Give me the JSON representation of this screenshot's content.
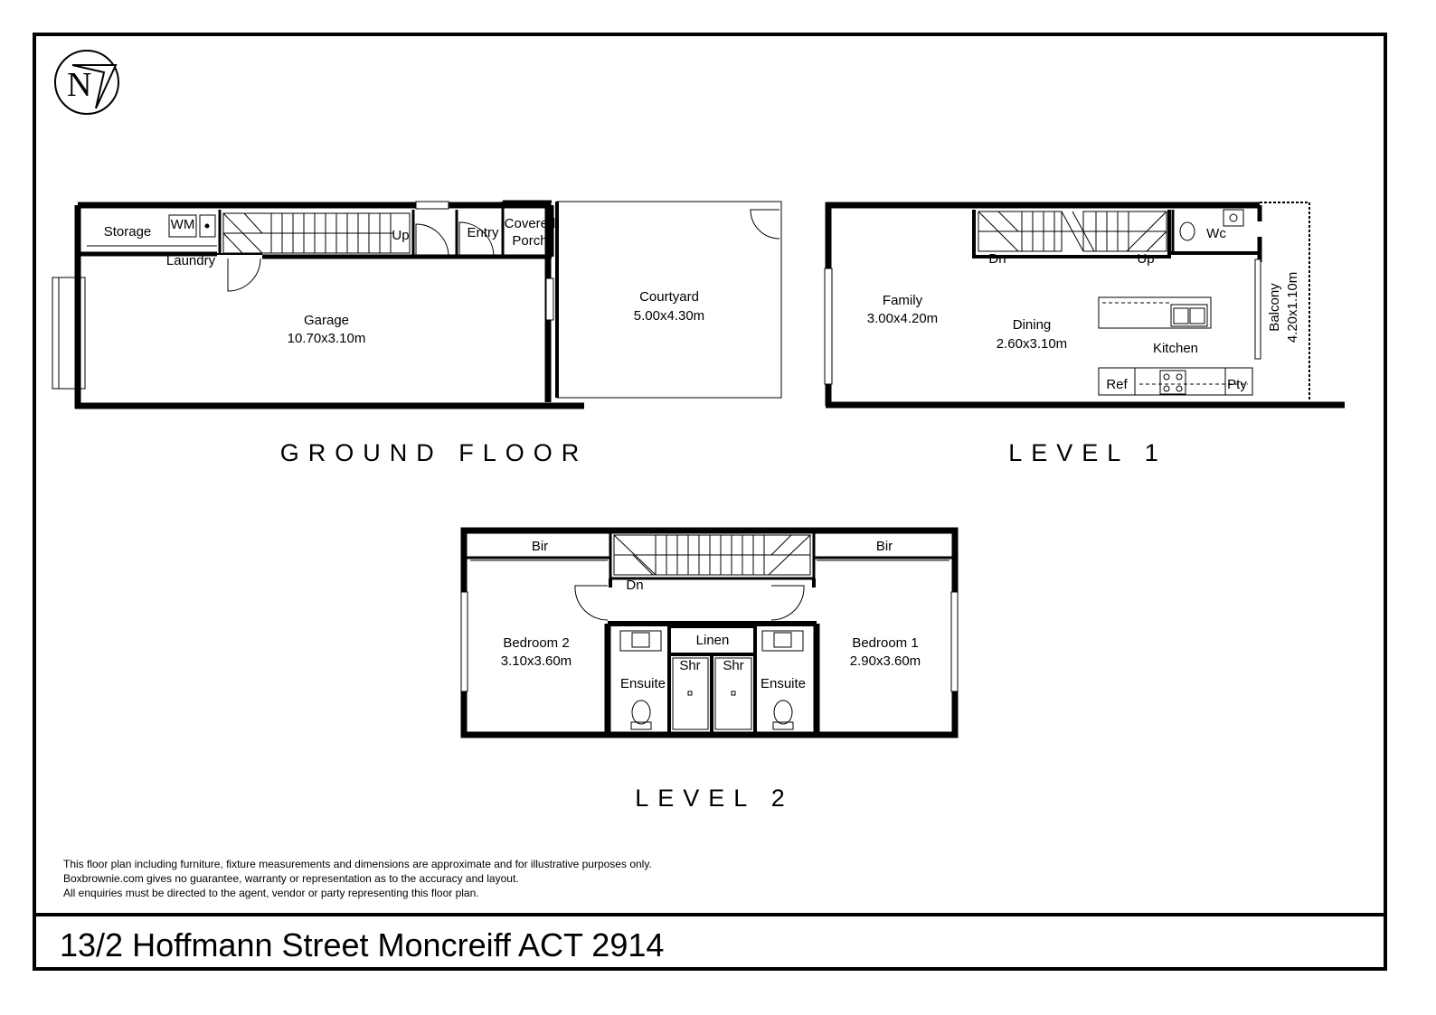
{
  "compass": {
    "letter": "N",
    "icon": "north-arrow-icon"
  },
  "ground_floor": {
    "title": "GROUND FLOOR",
    "storage": "Storage",
    "wm": "WM",
    "laundry": "Laundry",
    "up": "Up",
    "entry": "Entry",
    "porch_line1": "Covered",
    "porch_line2": "Porch",
    "garage_name": "Garage",
    "garage_dim": "10.70x3.10m",
    "courtyard_name": "Courtyard",
    "courtyard_dim": "5.00x4.30m"
  },
  "level1": {
    "title": "LEVEL 1",
    "dn": "Dn",
    "up": "Up",
    "wc": "Wc",
    "family_name": "Family",
    "family_dim": "3.00x4.20m",
    "dining_name": "Dining",
    "dining_dim": "2.60x3.10m",
    "kitchen": "Kitchen",
    "ref": "Ref",
    "pty": "Pty",
    "balcony_name": "Balcony",
    "balcony_dim": "4.20x1.10m"
  },
  "level2": {
    "title": "LEVEL 2",
    "bir_left": "Bir",
    "bir_right": "Bir",
    "dn": "Dn",
    "linen": "Linen",
    "shr_left": "Shr",
    "shr_right": "Shr",
    "ensuite_left": "Ensuite",
    "ensuite_right": "Ensuite",
    "bedroom2_name": "Bedroom 2",
    "bedroom2_dim": "3.10x3.60m",
    "bedroom1_name": "Bedroom 1",
    "bedroom1_dim": "2.90x3.60m"
  },
  "disclaimer": {
    "line1": "This floor plan including furniture, fixture measurements and dimensions are approximate and for illustrative purposes only.",
    "line2": "Boxbrownie.com gives no guarantee, warranty or representation as to the accuracy and layout.",
    "line3": "All enquiries must be directed to the agent, vendor or party representing this floor plan."
  },
  "address": "13/2 Hoffmann Street Moncreiff ACT 2914"
}
